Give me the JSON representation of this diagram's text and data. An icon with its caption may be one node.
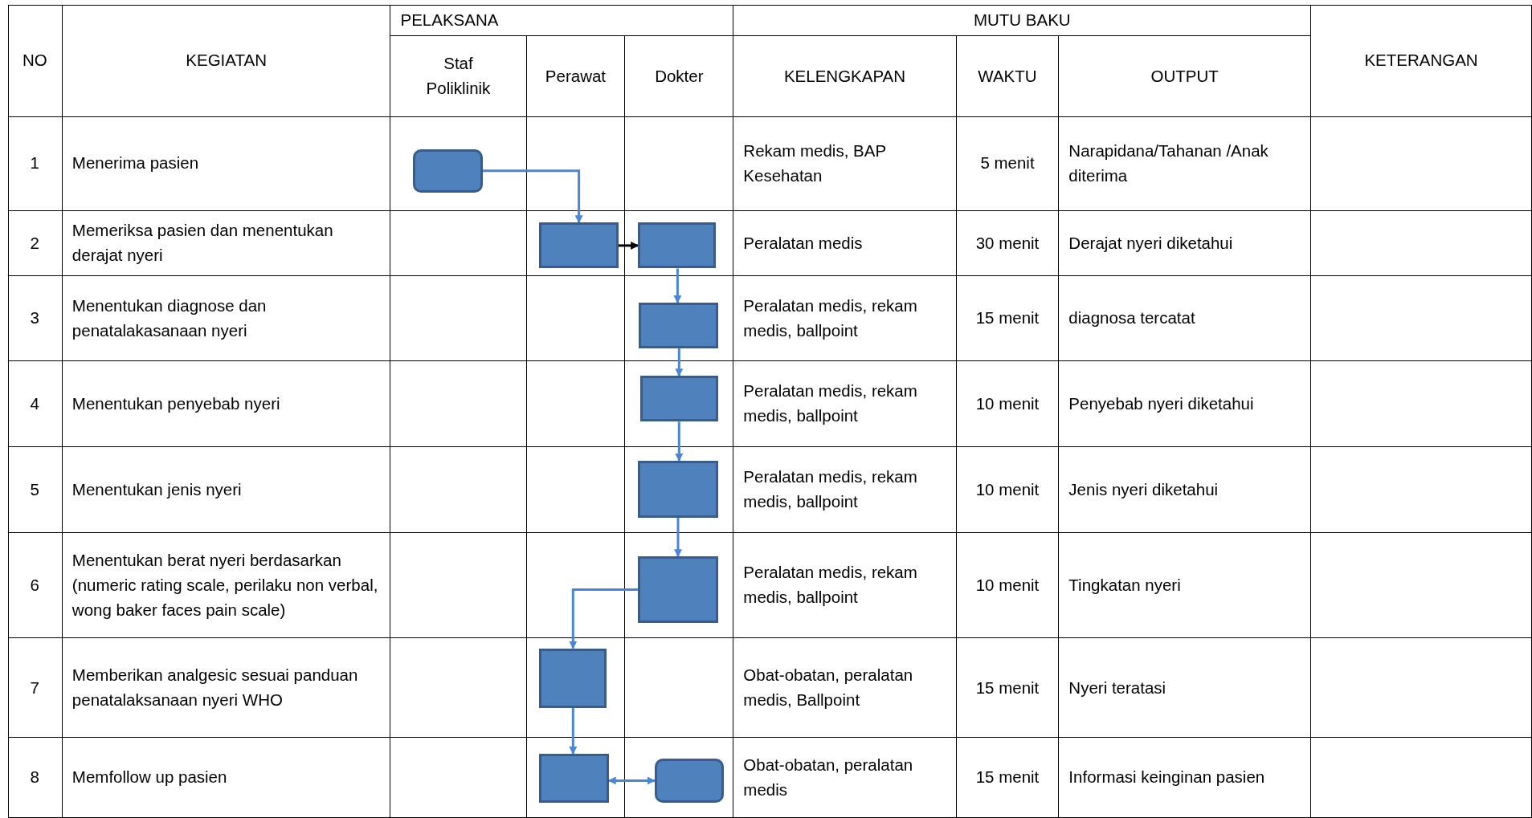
{
  "diagram": {
    "nodes": [
      {
        "text": [],
        "shape": "box"
      },
      {
        "text": [],
        "shape": "box"
      },
      {
        "text": [],
        "shape": "box"
      },
      {
        "text": [],
        "shape": "box"
      },
      {
        "text": [],
        "shape": "box"
      },
      {
        "text": [],
        "shape": "box"
      },
      {
        "text": [],
        "shape": "box"
      },
      {
        "text": [],
        "shape": "box"
      },
      {
        "text": [],
        "shape": "box"
      },
      {
        "text": [],
        "shape": "box"
      }
    ],
    "edges": [
      {
        "from": 0,
        "to": 1,
        "arrow": "to"
      },
      {
        "from": 1,
        "to": 2,
        "arrow": "to",
        "color": "#000000"
      },
      {
        "from": 2,
        "to": 3,
        "arrow": "to"
      },
      {
        "from": 3,
        "to": 4,
        "arrow": "to"
      },
      {
        "from": 4,
        "to": 5,
        "arrow": "to"
      },
      {
        "from": 5,
        "to": 6,
        "arrow": "to"
      },
      {
        "from": 6,
        "to": 7,
        "arrow": "to"
      },
      {
        "from": 7,
        "to": 8,
        "arrow": "to"
      },
      {
        "from": 8,
        "to": 9,
        "arrow": "both"
      }
    ],
    "labels": [
      "NO",
      "KEGIATAN",
      "PELAKSANA",
      "MUTU BAKU",
      "KETERANGAN",
      "Staf Poliklinik",
      "Perawat",
      "Dokter",
      "KELENGKAPAN",
      "WAKTU",
      "OUTPUT",
      "1",
      "Menerima pasien",
      "Rekam medis, BAP Kesehatan",
      "5 menit",
      "Narapidana/Tahanan /Anak diterima",
      "2",
      "Memeriksa pasien dan menentukan derajat nyeri",
      "Peralatan medis",
      "30 menit",
      "Derajat nyeri diketahui",
      "3",
      "Menentukan diagnose dan penatalakasanaan nyeri",
      "Peralatan medis, rekam medis, ballpoint",
      "15 menit",
      "diagnosa tercatat",
      "4",
      "Menentukan penyebab nyeri",
      "Peralatan medis, rekam medis, ballpoint",
      "10 menit",
      "Penyebab nyeri diketahui",
      "5",
      "Menentukan jenis nyeri",
      "Peralatan medis, rekam medis, ballpoint",
      "10 menit",
      "Jenis nyeri diketahui",
      "6",
      "Menentukan berat nyeri berdasarkan (numeric rating scale, perilaku non verbal, wong baker faces pain scale)",
      "Peralatan medis, rekam medis, ballpoint",
      "10 menit",
      "Tingkatan nyeri",
      "7",
      "Memberikan analgesic sesuai panduan penatalaksanaan nyeri WHO",
      "Obat-obatan, peralatan medis, Ballpoint",
      "15 menit",
      "Nyeri teratasi",
      "8",
      "Memfollow up pasien",
      "Obat-obatan, peralatan medis",
      "15 menit",
      "Informasi keinginan pasien"
    ]
  }
}
